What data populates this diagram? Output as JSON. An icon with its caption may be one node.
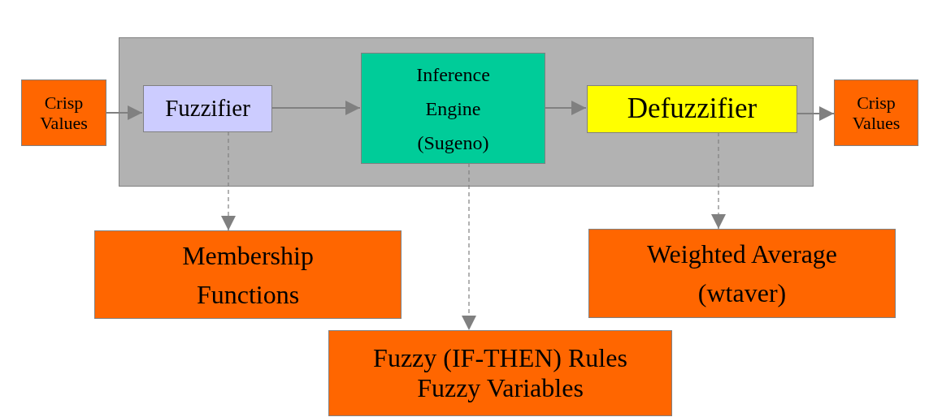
{
  "diagram": {
    "nodes": [
      {
        "text": [],
        "shape": "box"
      },
      {
        "text": [
          "Crisp Values"
        ]
      },
      {
        "text": [
          "Fuzzifier"
        ],
        "in": 0
      },
      {
        "text": [
          "Inference Engine (Sugeno)"
        ],
        "in": 0
      },
      {
        "text": [
          "Defuzzifier"
        ],
        "in": 0
      },
      {
        "text": [
          "Crisp Values"
        ]
      },
      {
        "text": [
          "Membership Functions"
        ]
      },
      {
        "text": [
          "Weighted Average (wtaver)"
        ]
      },
      {
        "text": [
          "Fuzzy (IF-THEN) Rules",
          "Fuzzy Variables"
        ]
      }
    ],
    "edges": [
      {
        "from": 1,
        "to": 2,
        "arrow": "to"
      },
      {
        "from": 2,
        "to": 3,
        "arrow": "to"
      },
      {
        "from": 3,
        "to": 4,
        "arrow": "to"
      },
      {
        "from": 4,
        "to": 5,
        "arrow": "to"
      },
      {
        "from": 2,
        "to": 6,
        "arrow": "to",
        "style": "dashed"
      },
      {
        "from": 3,
        "to": 8,
        "arrow": "to",
        "style": "dashed"
      },
      {
        "from": 4,
        "to": 7,
        "arrow": "to",
        "style": "dashed"
      }
    ]
  }
}
